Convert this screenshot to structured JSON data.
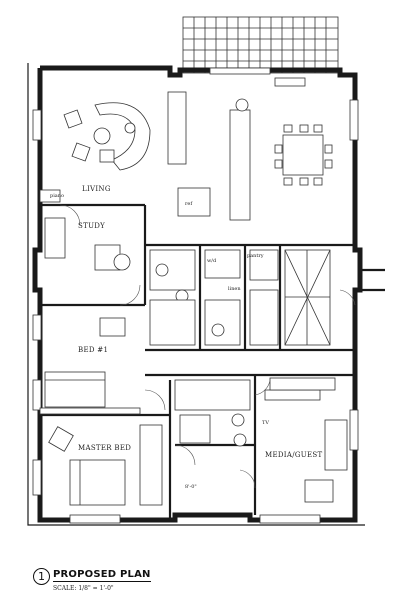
{
  "rooms": {
    "living": "LIVING",
    "study": "STUDY",
    "bed1": "BED #1",
    "master_bed": "MASTER BED",
    "media_guest": "MEDIA/GUEST"
  },
  "small_labels": {
    "piano": "piano",
    "wd": "w/d",
    "pantry": "pantry",
    "linen": "linen",
    "tv": "TV",
    "ref": "ref",
    "dimension": "8'-0\""
  },
  "title": {
    "number": "1",
    "name": "PROPOSED PLAN",
    "scale": "SCALE: 1/8\" = 1'-0\""
  }
}
